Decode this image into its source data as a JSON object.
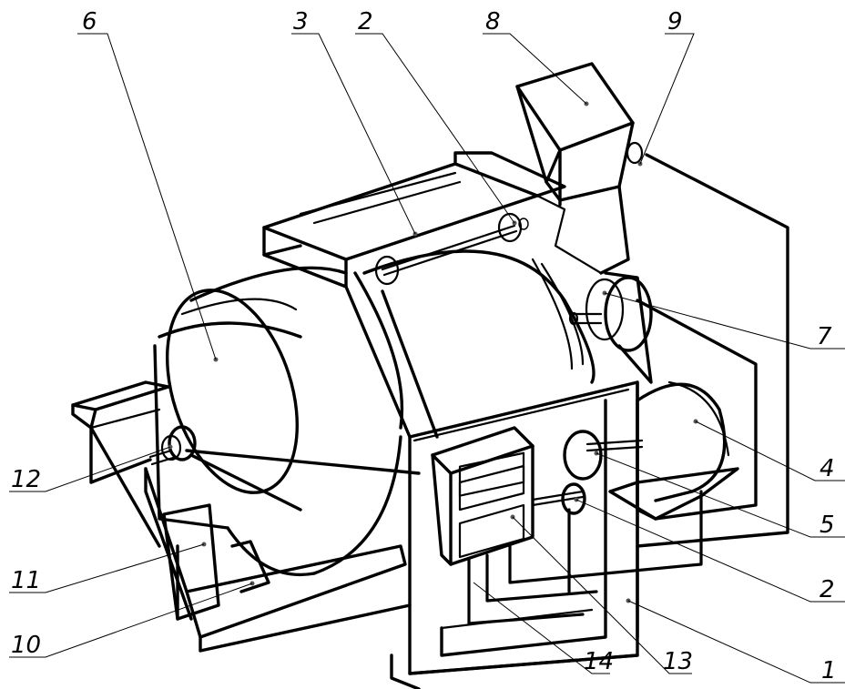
{
  "figure": {
    "description_hidden": "",
    "callouts": [
      {
        "id": "c6",
        "label": "6"
      },
      {
        "id": "c3",
        "label": "3"
      },
      {
        "id": "c2a",
        "label": "2"
      },
      {
        "id": "c8",
        "label": "8"
      },
      {
        "id": "c9",
        "label": "9"
      },
      {
        "id": "c7",
        "label": "7"
      },
      {
        "id": "c4",
        "label": "4"
      },
      {
        "id": "c5",
        "label": "5"
      },
      {
        "id": "c2b",
        "label": "2"
      },
      {
        "id": "c1",
        "label": "1"
      },
      {
        "id": "c13",
        "label": "13"
      },
      {
        "id": "c14",
        "label": "14"
      },
      {
        "id": "c10",
        "label": "10"
      },
      {
        "id": "c11",
        "label": "11"
      },
      {
        "id": "c12",
        "label": "12"
      }
    ]
  },
  "colors": {
    "line": "#000000",
    "background": "#ffffff",
    "marker": "#555555"
  }
}
